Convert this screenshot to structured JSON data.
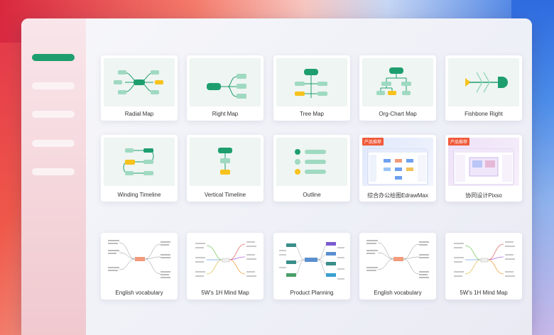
{
  "colors": {
    "accent": "#1e9e6e",
    "node_green": "#1e9e6e",
    "node_light": "#9fd9c1",
    "node_yellow": "#f7c21c",
    "badge": "#f05a3a"
  },
  "sidebar": {
    "items": [
      "",
      "",
      "",
      "",
      ""
    ]
  },
  "templates": [
    {
      "label": "Radial Map",
      "icon": "radial-map-icon"
    },
    {
      "label": "Right Map",
      "icon": "right-map-icon"
    },
    {
      "label": "Tree Map",
      "icon": "tree-map-icon"
    },
    {
      "label": "Org-Chart Map",
      "icon": "org-chart-map-icon"
    },
    {
      "label": "Fishbone Right",
      "icon": "fishbone-right-icon"
    },
    {
      "label": "Winding Timeline",
      "icon": "winding-timeline-icon"
    },
    {
      "label": "Vertical Timeline",
      "icon": "vertical-timeline-icon"
    },
    {
      "label": "Outline",
      "icon": "outline-icon"
    },
    {
      "label": "综合办公绘图EdrawMax",
      "badge": "产品推荐",
      "icon": "edrawmax-preview-icon"
    },
    {
      "label": "协同设计Pixso",
      "badge": "产品推荐",
      "icon": "pixso-preview-icon"
    }
  ],
  "examples": [
    {
      "label": "English vocabulary"
    },
    {
      "label": "5W's  1H Mind Map"
    },
    {
      "label": "Product Planning"
    },
    {
      "label": "English vocabulary"
    },
    {
      "label": "5W's  1H Mind Map"
    }
  ]
}
